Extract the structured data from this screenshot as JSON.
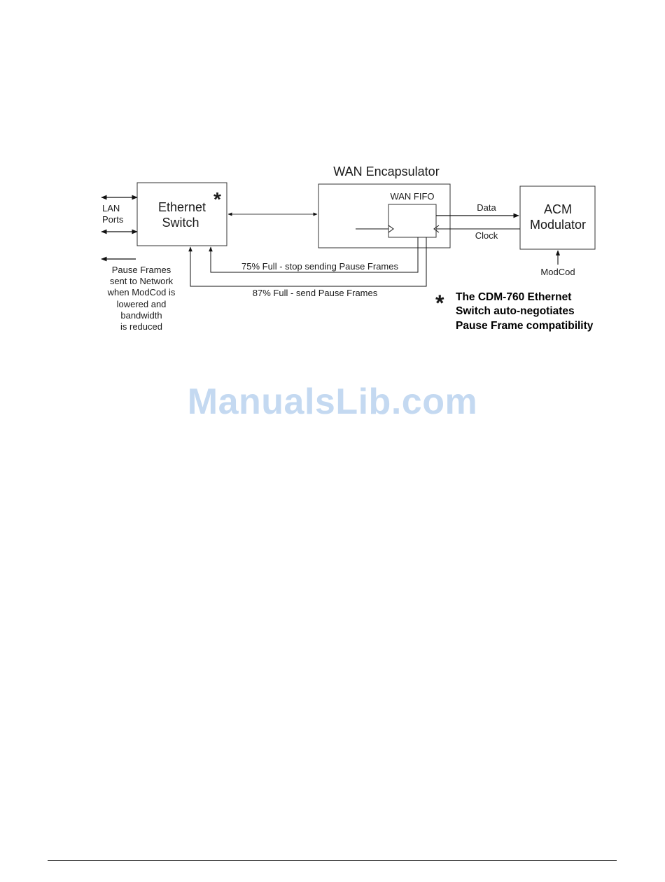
{
  "diagram": {
    "title": "WAN Encapsulator",
    "ethernet_switch": {
      "line1": "Ethernet",
      "line2": "Switch",
      "asterisk": "*"
    },
    "wan_fifo": "WAN FIFO",
    "acm_modulator": {
      "line1": "ACM",
      "line2": "Modulator"
    },
    "lan_ports": {
      "line1": "LAN",
      "line2": "Ports"
    },
    "data_label": "Data",
    "clock_label": "Clock",
    "modcod_label": "ModCod",
    "feedback_75": "75% Full - stop sending Pause Frames",
    "feedback_87": "87% Full - send Pause Frames",
    "pause_frames_note": [
      "Pause Frames",
      "sent to Network",
      "when ModCod is",
      "lowered and",
      "bandwidth",
      "is reduced"
    ],
    "footnote": {
      "asterisk": "*",
      "lines": [
        "The CDM-760 Ethernet",
        "Switch auto-negotiates",
        "Pause Frame compatibility"
      ]
    }
  },
  "watermark": "ManualsLib.com"
}
